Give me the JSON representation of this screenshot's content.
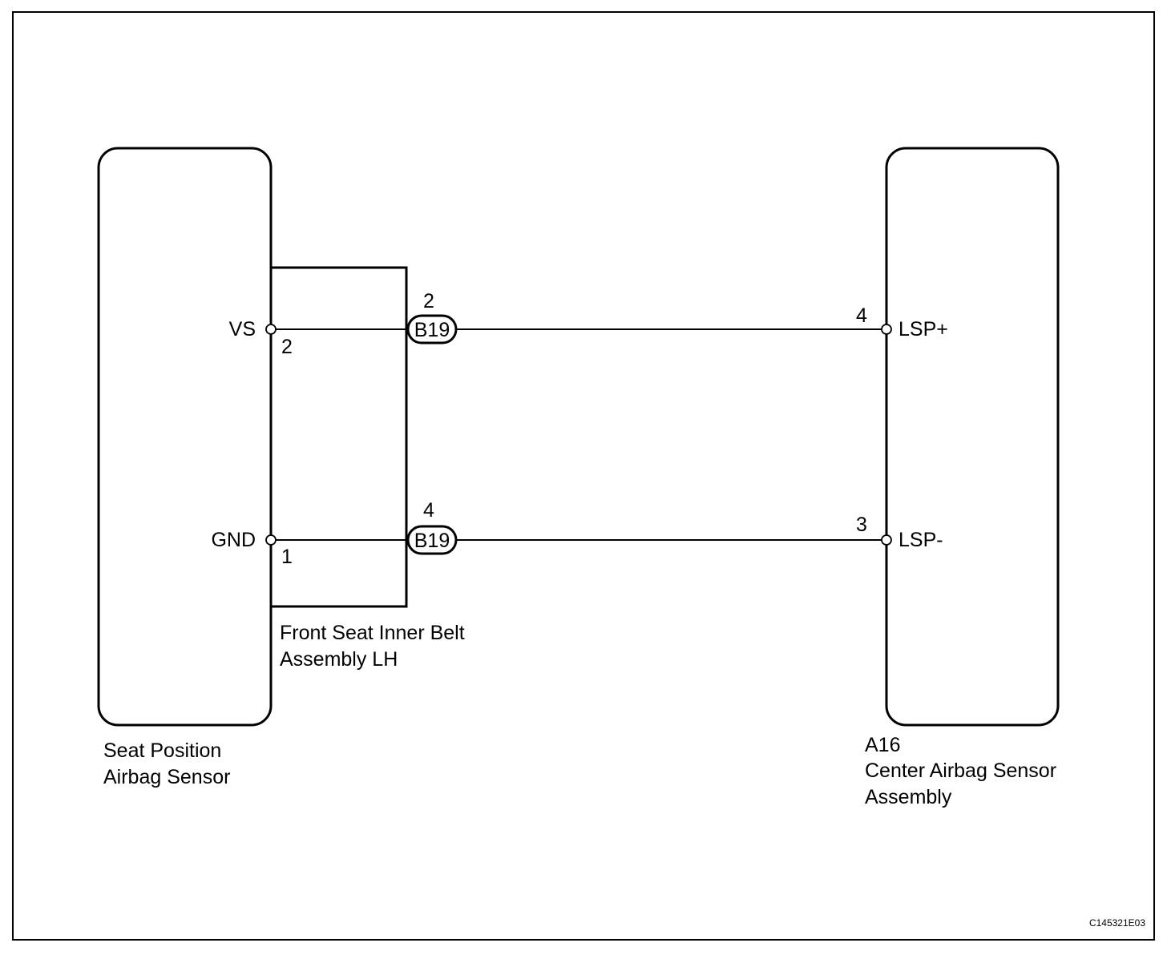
{
  "left_component": {
    "label_line1": "Seat Position",
    "label_line2": "Airbag Sensor",
    "pins": [
      {
        "name": "VS",
        "number": "2"
      },
      {
        "name": "GND",
        "number": "1"
      }
    ]
  },
  "belt_assembly": {
    "label_line1": "Front Seat Inner Belt",
    "label_line2": "Assembly LH"
  },
  "connectors": [
    {
      "code": "B19",
      "pin": "2"
    },
    {
      "code": "B19",
      "pin": "4"
    }
  ],
  "right_component": {
    "code": "A16",
    "label_line1": "Center Airbag Sensor",
    "label_line2": "Assembly",
    "pins": [
      {
        "name": "LSP+",
        "number": "4"
      },
      {
        "name": "LSP-",
        "number": "3"
      }
    ]
  },
  "figure_id": "C145321E03"
}
